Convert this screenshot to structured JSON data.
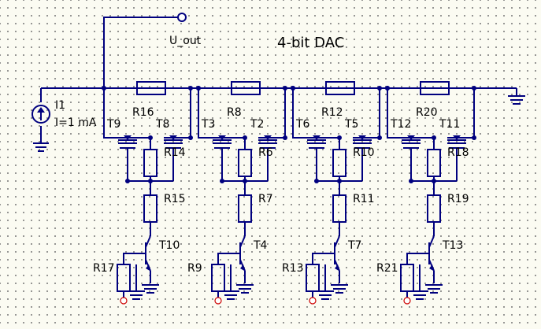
{
  "title": "4-bit DAC",
  "output_label": "U_out",
  "source": {
    "name": "I1",
    "value": "I=1 mA"
  },
  "stages": [
    {
      "ladder_resistor": "R16",
      "left_transistor": "T9",
      "right_transistor": "T8",
      "load_resistor": "R14",
      "series_resistor": "R15",
      "switch_transistor": "T10",
      "base_resistor": "R17"
    },
    {
      "ladder_resistor": "R8",
      "left_transistor": "T3",
      "right_transistor": "T2",
      "load_resistor": "R6",
      "series_resistor": "R7",
      "switch_transistor": "T4",
      "base_resistor": "R9"
    },
    {
      "ladder_resistor": "R12",
      "left_transistor": "T6",
      "right_transistor": "T5",
      "load_resistor": "R10",
      "series_resistor": "R11",
      "switch_transistor": "T7",
      "base_resistor": "R13"
    },
    {
      "ladder_resistor": "R20",
      "left_transistor": "T12",
      "right_transistor": "T11",
      "load_resistor": "R18",
      "series_resistor": "R19",
      "switch_transistor": "T13",
      "base_resistor": "R21"
    }
  ],
  "colors": {
    "wire": "#00007f",
    "text": "#000000",
    "input_port": "#cc0000",
    "background": "#fbfbf2"
  }
}
